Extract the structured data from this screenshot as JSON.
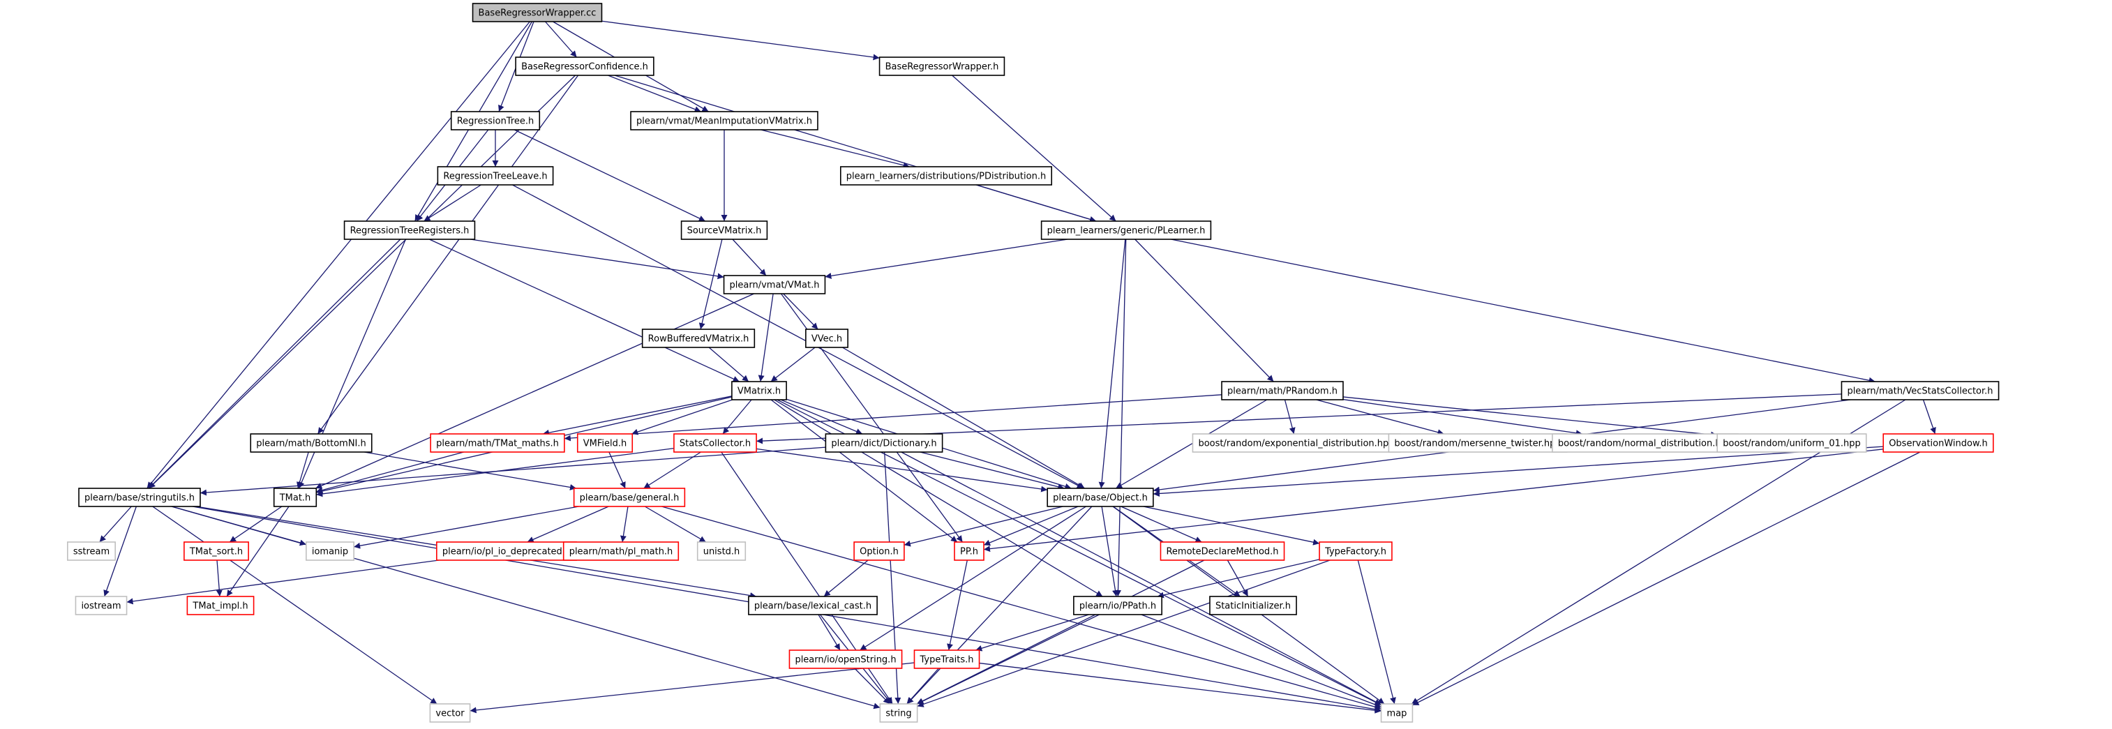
{
  "colors": {
    "edge": "#191970",
    "node_border": "#000000",
    "node_fill": "#ffffff",
    "root_fill": "#bfbfbf",
    "truncated_border": "#ff0000",
    "external_border": "#bfbfbf",
    "text": "#000000"
  },
  "nodes": [
    {
      "id": "root",
      "label": "BaseRegressorWrapper.cc",
      "kind": "root"
    },
    {
      "id": "brconf",
      "label": "BaseRegressorConfidence.h",
      "kind": "normal"
    },
    {
      "id": "brwrap",
      "label": "BaseRegressorWrapper.h",
      "kind": "normal"
    },
    {
      "id": "regtree",
      "label": "RegressionTree.h",
      "kind": "normal"
    },
    {
      "id": "meanimp",
      "label": "plearn/vmat/MeanImputationVMatrix.h",
      "kind": "normal"
    },
    {
      "id": "regleave",
      "label": "RegressionTreeLeave.h",
      "kind": "normal"
    },
    {
      "id": "pdist",
      "label": "plearn_learners/distributions/PDistribution.h",
      "kind": "normal"
    },
    {
      "id": "regreg",
      "label": "RegressionTreeRegisters.h",
      "kind": "normal"
    },
    {
      "id": "srcvm",
      "label": "SourceVMatrix.h",
      "kind": "normal"
    },
    {
      "id": "plearner",
      "label": "plearn_learners/generic/PLearner.h",
      "kind": "normal"
    },
    {
      "id": "vmat",
      "label": "plearn/vmat/VMat.h",
      "kind": "normal"
    },
    {
      "id": "rowbuf",
      "label": "RowBufferedVMatrix.h",
      "kind": "normal"
    },
    {
      "id": "vvec",
      "label": "VVec.h",
      "kind": "normal"
    },
    {
      "id": "vmatrix",
      "label": "VMatrix.h",
      "kind": "normal"
    },
    {
      "id": "prandom",
      "label": "plearn/math/PRandom.h",
      "kind": "normal"
    },
    {
      "id": "vecstats",
      "label": "plearn/math/VecStatsCollector.h",
      "kind": "normal"
    },
    {
      "id": "bottomnl",
      "label": "plearn/math/BottomNI.h",
      "kind": "normal"
    },
    {
      "id": "tmatmaths",
      "label": "plearn/math/TMat_maths.h",
      "kind": "truncated"
    },
    {
      "id": "vmfield",
      "label": "VMField.h",
      "kind": "truncated"
    },
    {
      "id": "statscol",
      "label": "StatsCollector.h",
      "kind": "truncated"
    },
    {
      "id": "dict",
      "label": "plearn/dict/Dictionary.h",
      "kind": "normal"
    },
    {
      "id": "bexp",
      "label": "boost/random/exponential_distribution.hpp",
      "kind": "external"
    },
    {
      "id": "bmt",
      "label": "boost/random/mersenne_twister.hpp",
      "kind": "external"
    },
    {
      "id": "bnorm",
      "label": "boost/random/normal_distribution.hpp",
      "kind": "external"
    },
    {
      "id": "bunif",
      "label": "boost/random/uniform_01.hpp",
      "kind": "external"
    },
    {
      "id": "obswin",
      "label": "ObservationWindow.h",
      "kind": "truncated"
    },
    {
      "id": "strutils",
      "label": "plearn/base/stringutils.h",
      "kind": "normal"
    },
    {
      "id": "tmat",
      "label": "TMat.h",
      "kind": "normal"
    },
    {
      "id": "general",
      "label": "plearn/base/general.h",
      "kind": "truncated"
    },
    {
      "id": "object",
      "label": "plearn/base/Object.h",
      "kind": "normal"
    },
    {
      "id": "sstream",
      "label": "sstream",
      "kind": "external"
    },
    {
      "id": "iomanip",
      "label": "iomanip",
      "kind": "external"
    },
    {
      "id": "tmatsort",
      "label": "TMat_sort.h",
      "kind": "truncated"
    },
    {
      "id": "plio",
      "label": "plearn/io/pl_io_deprecated.h",
      "kind": "truncated"
    },
    {
      "id": "plmath",
      "label": "plearn/math/pl_math.h",
      "kind": "truncated"
    },
    {
      "id": "unistd",
      "label": "unistd.h",
      "kind": "external"
    },
    {
      "id": "option",
      "label": "Option.h",
      "kind": "truncated"
    },
    {
      "id": "pp",
      "label": "PP.h",
      "kind": "truncated"
    },
    {
      "id": "remote",
      "label": "RemoteDeclareMethod.h",
      "kind": "truncated"
    },
    {
      "id": "typefac",
      "label": "TypeFactory.h",
      "kind": "truncated"
    },
    {
      "id": "iostream",
      "label": "iostream",
      "kind": "external"
    },
    {
      "id": "tmatimpl",
      "label": "TMat_impl.h",
      "kind": "truncated"
    },
    {
      "id": "lexcast",
      "label": "plearn/base/lexical_cast.h",
      "kind": "normal"
    },
    {
      "id": "ppath",
      "label": "plearn/io/PPath.h",
      "kind": "normal"
    },
    {
      "id": "staticinit",
      "label": "StaticInitializer.h",
      "kind": "normal"
    },
    {
      "id": "openstr",
      "label": "plearn/io/openString.h",
      "kind": "truncated"
    },
    {
      "id": "typetraits",
      "label": "TypeTraits.h",
      "kind": "truncated"
    },
    {
      "id": "vector",
      "label": "vector",
      "kind": "external"
    },
    {
      "id": "string",
      "label": "string",
      "kind": "external"
    },
    {
      "id": "map",
      "label": "map",
      "kind": "external"
    }
  ],
  "edges": [
    [
      "root",
      "brconf"
    ],
    [
      "root",
      "brwrap"
    ],
    [
      "root",
      "regtree"
    ],
    [
      "root",
      "meanimp"
    ],
    [
      "root",
      "regreg"
    ],
    [
      "root",
      "strutils"
    ],
    [
      "brconf",
      "meanimp"
    ],
    [
      "brconf",
      "plearner"
    ],
    [
      "brconf",
      "bottomnl"
    ],
    [
      "brconf",
      "strutils"
    ],
    [
      "brwrap",
      "plearner"
    ],
    [
      "regtree",
      "regleave"
    ],
    [
      "regtree",
      "regreg"
    ],
    [
      "regtree",
      "srcvm"
    ],
    [
      "meanimp",
      "pdist"
    ],
    [
      "meanimp",
      "srcvm"
    ],
    [
      "regleave",
      "regreg"
    ],
    [
      "regleave",
      "object"
    ],
    [
      "pdist",
      "plearner"
    ],
    [
      "regreg",
      "vmat"
    ],
    [
      "regreg",
      "vmatrix"
    ],
    [
      "regreg",
      "tmat"
    ],
    [
      "regreg",
      "strutils"
    ],
    [
      "srcvm",
      "vmat"
    ],
    [
      "srcvm",
      "rowbuf"
    ],
    [
      "plearner",
      "vmat"
    ],
    [
      "plearner",
      "object"
    ],
    [
      "plearner",
      "prandom"
    ],
    [
      "plearner",
      "vecstats"
    ],
    [
      "plearner",
      "ppath"
    ],
    [
      "vmat",
      "vvec"
    ],
    [
      "vmat",
      "vmatrix"
    ],
    [
      "vmat",
      "tmat"
    ],
    [
      "vmat",
      "pp"
    ],
    [
      "rowbuf",
      "vmatrix"
    ],
    [
      "vvec",
      "vmatrix"
    ],
    [
      "vvec",
      "object"
    ],
    [
      "vmatrix",
      "tmatmaths"
    ],
    [
      "vmatrix",
      "vmfield"
    ],
    [
      "vmatrix",
      "statscol"
    ],
    [
      "vmatrix",
      "dict"
    ],
    [
      "vmatrix",
      "object"
    ],
    [
      "vmatrix",
      "tmat"
    ],
    [
      "vmatrix",
      "pp"
    ],
    [
      "vmatrix",
      "ppath"
    ],
    [
      "vmatrix",
      "map"
    ],
    [
      "prandom",
      "bexp"
    ],
    [
      "prandom",
      "bmt"
    ],
    [
      "prandom",
      "bnorm"
    ],
    [
      "prandom",
      "bunif"
    ],
    [
      "prandom",
      "object"
    ],
    [
      "prandom",
      "tmatmaths"
    ],
    [
      "vecstats",
      "statscol"
    ],
    [
      "vecstats",
      "obswin"
    ],
    [
      "vecstats",
      "object"
    ],
    [
      "vecstats",
      "map"
    ],
    [
      "bottomnl",
      "tmat"
    ],
    [
      "bottomnl",
      "general"
    ],
    [
      "tmatmaths",
      "tmat"
    ],
    [
      "vmfield",
      "general"
    ],
    [
      "statscol",
      "general"
    ],
    [
      "statscol",
      "object"
    ],
    [
      "statscol",
      "tmat"
    ],
    [
      "statscol",
      "string"
    ],
    [
      "dict",
      "object"
    ],
    [
      "dict",
      "strutils"
    ],
    [
      "dict",
      "string"
    ],
    [
      "dict",
      "map"
    ],
    [
      "obswin",
      "object"
    ],
    [
      "obswin",
      "pp"
    ],
    [
      "obswin",
      "map"
    ],
    [
      "strutils",
      "sstream"
    ],
    [
      "strutils",
      "iomanip"
    ],
    [
      "strutils",
      "iostream"
    ],
    [
      "strutils",
      "lexcast"
    ],
    [
      "strutils",
      "vector"
    ],
    [
      "strutils",
      "string"
    ],
    [
      "strutils",
      "map"
    ],
    [
      "tmat",
      "tmatsort"
    ],
    [
      "tmat",
      "tmatimpl"
    ],
    [
      "general",
      "iomanip"
    ],
    [
      "general",
      "plio"
    ],
    [
      "general",
      "plmath"
    ],
    [
      "general",
      "unistd"
    ],
    [
      "general",
      "map"
    ],
    [
      "object",
      "option"
    ],
    [
      "object",
      "pp"
    ],
    [
      "object",
      "remote"
    ],
    [
      "object",
      "typefac"
    ],
    [
      "object",
      "ppath"
    ],
    [
      "object",
      "staticinit"
    ],
    [
      "object",
      "openstr"
    ],
    [
      "object",
      "string"
    ],
    [
      "object",
      "map"
    ],
    [
      "tmatsort",
      "tmatimpl"
    ],
    [
      "plio",
      "iostream"
    ],
    [
      "option",
      "lexcast"
    ],
    [
      "pp",
      "typetraits"
    ],
    [
      "remote",
      "staticinit"
    ],
    [
      "remote",
      "string"
    ],
    [
      "typefac",
      "ppath"
    ],
    [
      "typefac",
      "string"
    ],
    [
      "typefac",
      "map"
    ],
    [
      "lexcast",
      "openstr"
    ],
    [
      "lexcast",
      "string"
    ],
    [
      "ppath",
      "typetraits"
    ],
    [
      "ppath",
      "string"
    ],
    [
      "ppath",
      "map"
    ],
    [
      "openstr",
      "string"
    ],
    [
      "typetraits",
      "vector"
    ],
    [
      "typetraits",
      "string"
    ],
    [
      "typetraits",
      "map"
    ]
  ]
}
